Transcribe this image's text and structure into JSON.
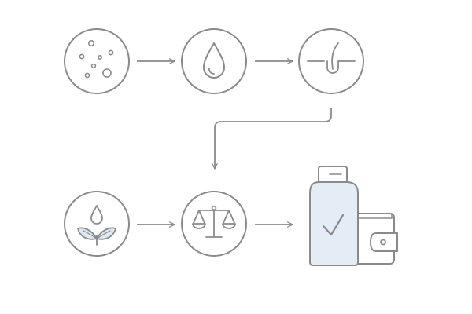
{
  "diagram": {
    "colors": {
      "stroke": "#8a8a8a",
      "background": "#ffffff",
      "leaf_tint": "#dde8f2",
      "bottle_tint": "#e4edf5"
    },
    "nodes": [
      {
        "id": "pores",
        "icon": "skin-pores-icon",
        "row": 1,
        "order": 1
      },
      {
        "id": "droplet",
        "icon": "water-droplet-icon",
        "row": 1,
        "order": 2
      },
      {
        "id": "hair-follicle",
        "icon": "hair-follicle-icon",
        "row": 1,
        "order": 3
      },
      {
        "id": "botanical",
        "icon": "plant-droplet-icon",
        "row": 2,
        "order": 1
      },
      {
        "id": "balance",
        "icon": "balance-scale-icon",
        "row": 2,
        "order": 2
      },
      {
        "id": "product",
        "icon": "bottle-check-wallet-icon",
        "row": 2,
        "order": 3
      }
    ],
    "edges": [
      {
        "from": "pores",
        "to": "droplet"
      },
      {
        "from": "droplet",
        "to": "hair-follicle"
      },
      {
        "from": "hair-follicle",
        "to": "balance"
      },
      {
        "from": "botanical",
        "to": "balance"
      },
      {
        "from": "balance",
        "to": "product"
      }
    ]
  }
}
